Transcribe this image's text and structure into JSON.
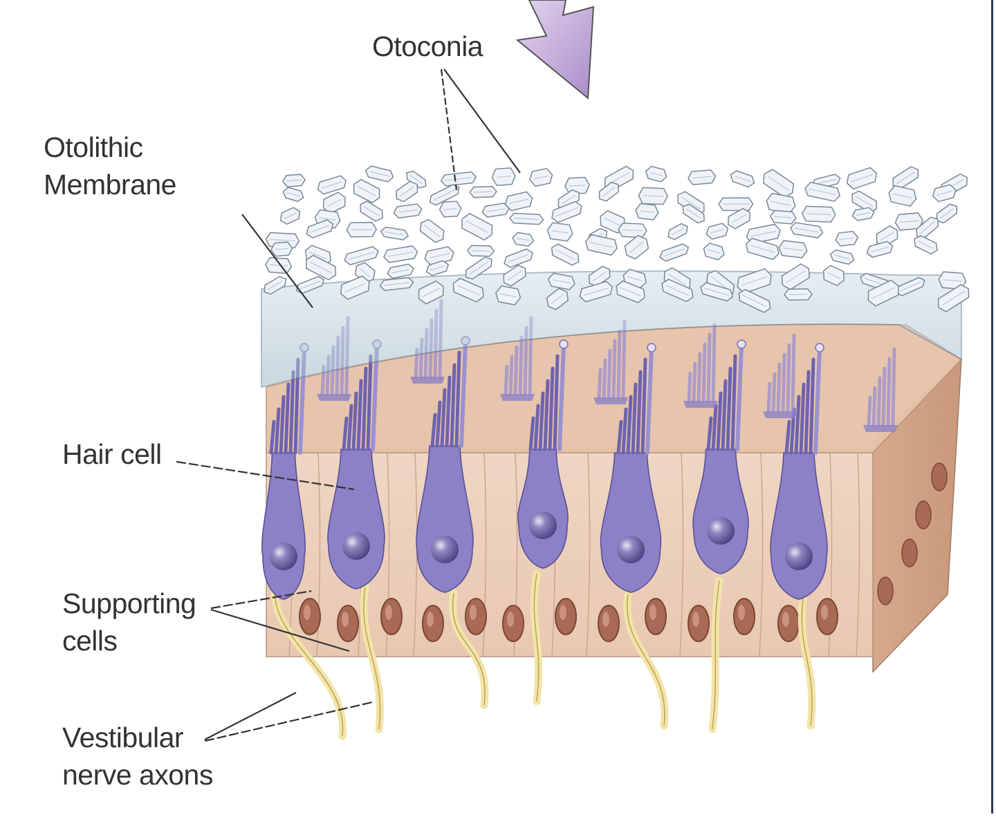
{
  "labels": {
    "otoconia": "Otoconia",
    "otolithic_line1": "Otolithic",
    "otolithic_line2": "Membrane",
    "hair_cell": "Hair cell",
    "supporting_line1": "Supporting",
    "supporting_line2": "cells",
    "vestibular_line1": "Vestibular",
    "vestibular_line2": "nerve axons"
  },
  "colors": {
    "hair_cell": "#8c80c6",
    "hair_cell_dark": "#6f63ae",
    "supporting_tissue": "#eccfb9",
    "supporting_dark": "#d9b093",
    "nucleus": "#a86a55",
    "gel_layer": "#c9dbe6",
    "otoconia": "#eef3f8",
    "nerve": "#f3e4a8",
    "arrow": "#c2a7d9",
    "leader_line": "#333333"
  },
  "icons": {
    "force_arrow": "down-arrow-icon"
  }
}
